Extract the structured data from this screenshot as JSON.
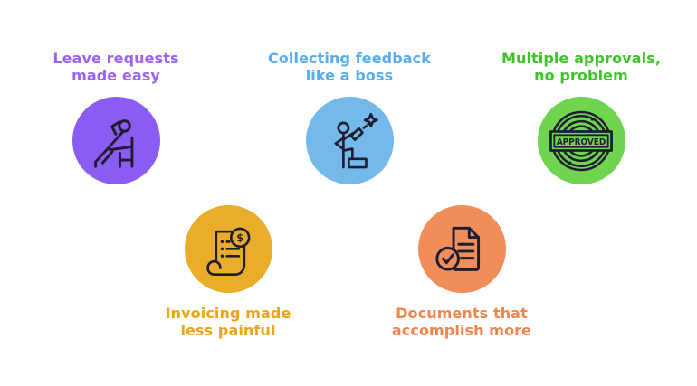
{
  "canvas": {
    "background": "#ffffff",
    "icon_stroke_color": "#1f1c30"
  },
  "items": [
    {
      "id": "leave-requests",
      "label_line1": "Leave requests",
      "label_line2": "made easy",
      "text_color": "#9c63f3",
      "circle_color": "#8a5cf1",
      "icon": "person-relaxing-icon"
    },
    {
      "id": "collecting-feedback",
      "label_line1": "Collecting feedback",
      "label_line2": "like a boss",
      "text_color": "#57adef",
      "circle_color": "#73b9ec",
      "icon": "person-telescope-icon"
    },
    {
      "id": "multiple-approvals",
      "label_line1": "Multiple approvals,",
      "label_line2": "no problem",
      "text_color": "#3ec32b",
      "circle_color": "#6fd54e",
      "icon": "approved-stamp-icon",
      "stamp_text": "APPROVED"
    },
    {
      "id": "invoicing",
      "label_line1": "Invoicing made",
      "label_line2": "less painful",
      "text_color": "#eea416",
      "circle_color": "#eaad29",
      "icon": "invoice-receipt-icon",
      "currency_symbol": "$"
    },
    {
      "id": "documents",
      "label_line1": "Documents that",
      "label_line2": "accomplish more",
      "text_color": "#f0854d",
      "circle_color": "#f08d59",
      "icon": "document-check-icon"
    }
  ]
}
